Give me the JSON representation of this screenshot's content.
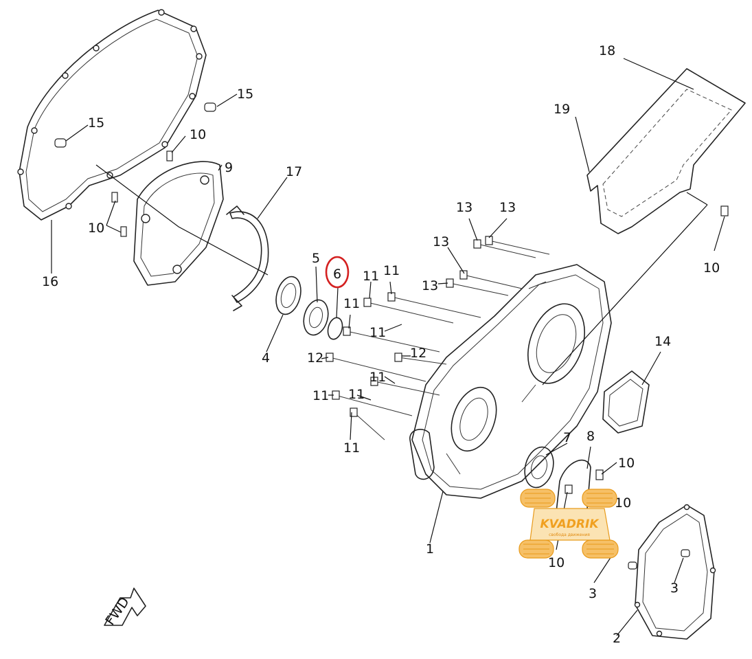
{
  "labels": {
    "p1": "1",
    "p2": "2",
    "p3a": "3",
    "p3b": "3",
    "p4": "4",
    "p5": "5",
    "p6": "6",
    "p7": "7",
    "p8": "8",
    "p9": "9",
    "p10a": "10",
    "p10b": "10",
    "p10c": "10",
    "p10d": "10",
    "p10e": "10",
    "p10f": "10",
    "p11a": "11",
    "p11b": "11",
    "p11c": "11",
    "p11d": "11",
    "p11e": "11",
    "p11f": "11",
    "p11g": "11",
    "p11h": "11",
    "p12a": "12",
    "p12b": "12",
    "p13a": "13",
    "p13b": "13",
    "p13c": "13",
    "p13d": "13",
    "p14": "14",
    "p15a": "15",
    "p15b": "15",
    "p16": "16",
    "p17": "17",
    "p18": "18",
    "p19": "19"
  },
  "fwd_arrow": "FWD",
  "watermark": {
    "brand": "KVADRIK",
    "tagline": "свобода движения",
    "color": "#f0a020"
  },
  "highlight_color": "#d42020"
}
